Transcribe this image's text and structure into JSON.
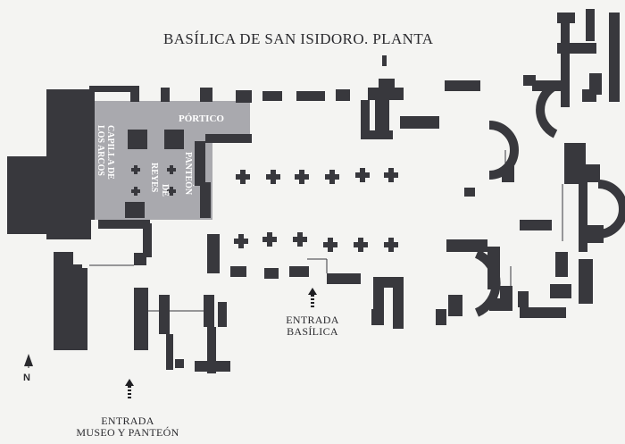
{
  "title": "BASÍLICA DE SAN ISIDORO. PLANTA",
  "labels": {
    "portico": "PÓRTICO",
    "capilla_line1": "CAPILLA DE",
    "capilla_line2": "LOS ARCOS",
    "panteon_line1": "PANTEÓN",
    "panteon_line2": "DE",
    "panteon_line3": "REYES"
  },
  "entrances": {
    "basilica_line1": "ENTRADA",
    "basilica_line2": "BASÍLICA",
    "museo_line1": "ENTRADA",
    "museo_line2": "MUSEO Y PANTEÓN"
  },
  "north": "N",
  "colors": {
    "wall": "#38383d",
    "highlight": "#a9a9ae",
    "background": "#f4f4f2",
    "text": "#2a2a2e"
  }
}
